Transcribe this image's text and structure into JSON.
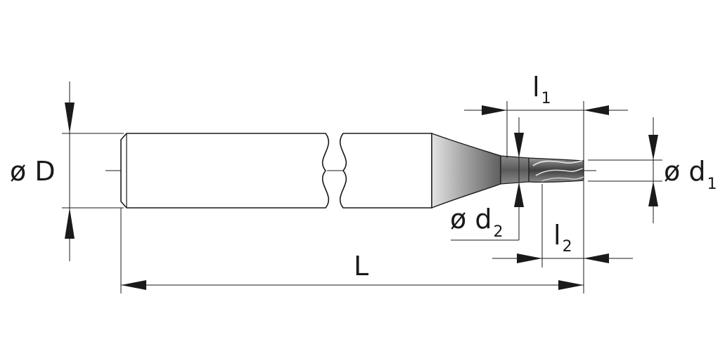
{
  "labels": {
    "shank_diameter": "ø D",
    "total_length": "L",
    "cut_length_l1": "l",
    "cut_length_l1_index": "1",
    "neck_length_l2": "l",
    "neck_length_l2_index": "2",
    "cutting_diameter": "ø d",
    "cutting_diameter_index": "1",
    "neck_diameter": "ø d",
    "neck_diameter_index": "2"
  },
  "colors": {
    "line": "#1a1a1a",
    "cone_dark": "#6f6f6f",
    "cone_light": "#dcdcdc",
    "tip_dark": "#4a4a4a"
  }
}
